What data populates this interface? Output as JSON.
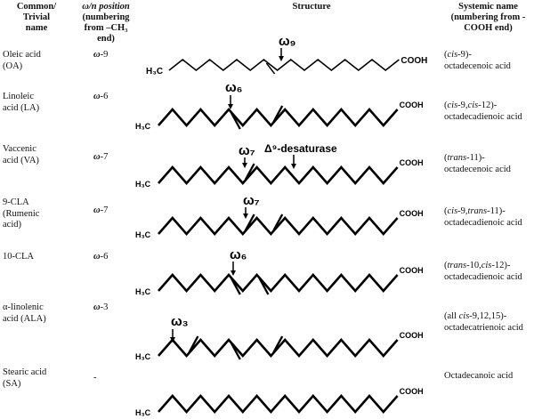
{
  "header": {
    "name": [
      "Common/",
      "Trivial",
      "name"
    ],
    "omega": [
      "ω/n position",
      "(numbering",
      "from –CH₃ end)"
    ],
    "structure": "Structure",
    "systemic": [
      "Systemic name",
      "(numbering from -",
      "COOH end)"
    ]
  },
  "rows": [
    {
      "name": [
        "Oleic acid",
        "(OA)"
      ],
      "omega": "ω-9",
      "sys": [
        [
          "(",
          "cis",
          "-9)-"
        ],
        [
          "octadecenoic acid"
        ]
      ],
      "ch3": "H₃C",
      "cooh": "COOH",
      "label": "ω₉"
    },
    {
      "name": [
        "Linoleic",
        "acid (LA)"
      ],
      "omega": "ω-6",
      "sys": [
        [
          "(",
          "cis",
          "-9,",
          "cis",
          "-12)-"
        ],
        [
          "octadecadienoic acid"
        ]
      ],
      "ch3": "H₃C",
      "cooh": "COOH",
      "label": "ω₆"
    },
    {
      "name": [
        "Vaccenic",
        "acid (VA)"
      ],
      "omega": "ω-7",
      "sys": [
        [
          "(",
          "trans",
          "-11)-"
        ],
        [
          "octadecenoic acid"
        ]
      ],
      "ch3": "H₃C",
      "cooh": "COOH",
      "label": "ω₇",
      "label2": "Δ⁹-desaturase"
    },
    {
      "name": [
        "9-CLA",
        "(Rumenic",
        "acid)"
      ],
      "omega": "ω-7",
      "sys": [
        [
          "(",
          "cis",
          "-9,",
          "trans",
          "-11)-"
        ],
        [
          "octadecadienoic acid"
        ]
      ],
      "ch3": "H₃C",
      "cooh": "COOH",
      "label": "ω₇"
    },
    {
      "name": [
        "10-CLA"
      ],
      "omega": "ω-6",
      "sys": [
        [
          "(",
          "trans",
          "-10,",
          "cis",
          "-12)-"
        ],
        [
          "octadecadienoic acid"
        ]
      ],
      "ch3": "H₃C",
      "cooh": "COOH",
      "label": "ω₆"
    },
    {
      "name": [
        "α-linolenic",
        "acid (ALA)"
      ],
      "omega": "ω-3",
      "sys": [
        [
          "(all ",
          "cis",
          "-9,12,15)-"
        ],
        [
          "octadecatrienoic acid"
        ]
      ],
      "ch3": "H₃C",
      "cooh": "COOH",
      "label": "ω₃"
    },
    {
      "name": [
        "Stearic acid",
        "(SA)"
      ],
      "omega": "-",
      "sys": [
        [
          "Octadecanoic acid"
        ]
      ],
      "ch3": "H₃C",
      "cooh": "COOH"
    }
  ]
}
